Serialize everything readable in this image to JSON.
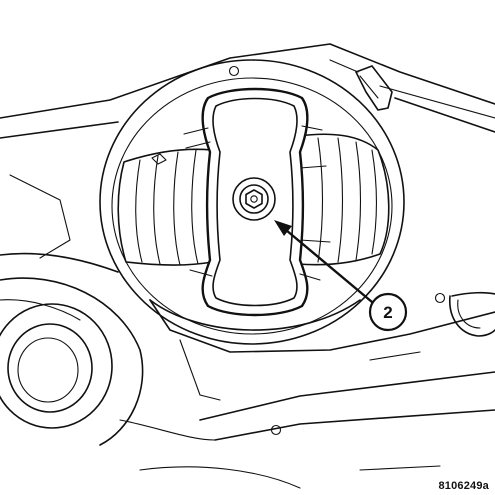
{
  "diagram": {
    "callouts": [
      {
        "label": "2",
        "target": "mount-bolt"
      }
    ],
    "figure_id": "8106249a",
    "colors": {
      "ink": "#111111",
      "paper": "#ffffff"
    }
  }
}
